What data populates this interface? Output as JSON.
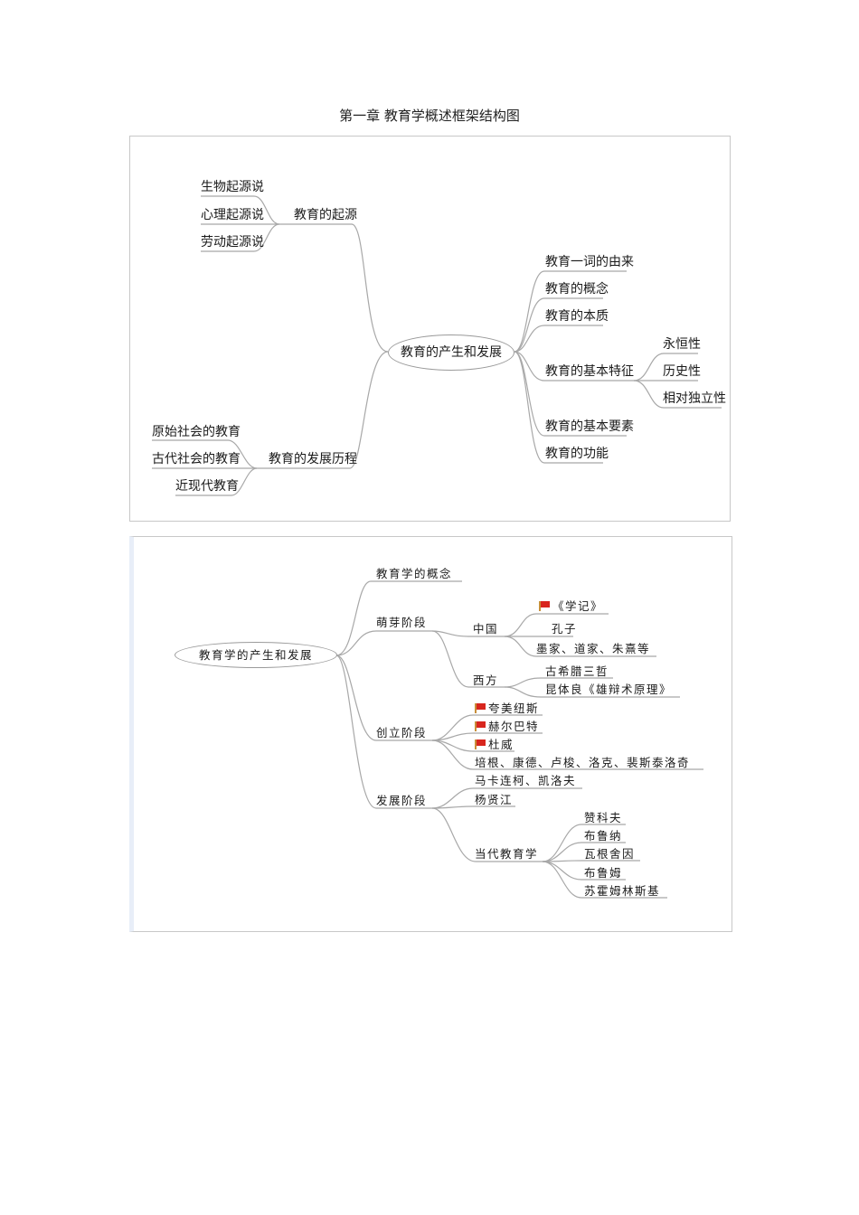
{
  "page": {
    "title": "第一章  教育学概述框架结构图"
  },
  "diagram1": {
    "root": "教育的产生和发展",
    "left": [
      {
        "label": "教育的起源",
        "children": [
          "生物起源说",
          "心理起源说",
          "劳动起源说"
        ]
      },
      {
        "label": "教育的发展历程",
        "children": [
          "原始社会的教育",
          "古代社会的教育",
          "近现代教育"
        ]
      }
    ],
    "right": [
      {
        "label": "教育一词的由来"
      },
      {
        "label": "教育的概念"
      },
      {
        "label": "教育的本质"
      },
      {
        "label": "教育的基本特征",
        "children": [
          "永恒性",
          "历史性",
          "相对独立性"
        ]
      },
      {
        "label": "教育的基本要素"
      },
      {
        "label": "教育的功能"
      }
    ]
  },
  "diagram2": {
    "root": "教育学的产生和发展",
    "branches": [
      {
        "label": "教育学的概念"
      },
      {
        "label": "萌芽阶段",
        "children": [
          {
            "label": "中国",
            "children": [
              {
                "label": "《学记》",
                "flag": true
              },
              {
                "label": "孔子"
              },
              {
                "label": "墨家、道家、朱熹等"
              }
            ]
          },
          {
            "label": "西方",
            "children": [
              {
                "label": "古希腊三哲"
              },
              {
                "label": "昆体良《雄辩术原理》"
              }
            ]
          }
        ]
      },
      {
        "label": "创立阶段",
        "children": [
          {
            "label": "夸美纽斯",
            "flag": true
          },
          {
            "label": "赫尔巴特",
            "flag": true
          },
          {
            "label": "杜威",
            "flag": true
          },
          {
            "label": "培根、康德、卢梭、洛克、裴斯泰洛奇"
          }
        ]
      },
      {
        "label": "发展阶段",
        "children": [
          {
            "label": "马卡连柯、凯洛夫"
          },
          {
            "label": "杨贤江"
          },
          {
            "label": "当代教育学",
            "children": [
              "赞科夫",
              "布鲁纳",
              "瓦根舍因",
              "布鲁姆",
              "苏霍姆林斯基"
            ]
          }
        ]
      }
    ]
  },
  "colors": {
    "line": "#a8a8a8",
    "frame_border": "#c8c8c8",
    "flag_red": "#d8261e",
    "flag_pole": "#c8903a"
  }
}
